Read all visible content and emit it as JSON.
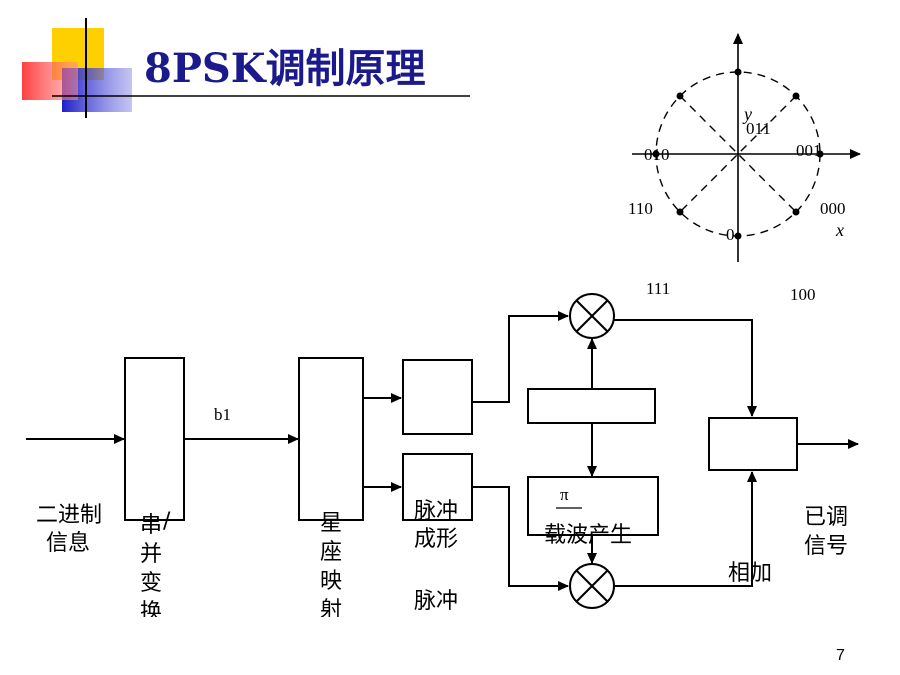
{
  "slide": {
    "title": "8PSK调制原理",
    "page_number": "7"
  },
  "constellation": {
    "x_axis_label": "x",
    "y_axis_label": "y",
    "points": [
      "011",
      "001",
      "010",
      "000",
      "110",
      "0",
      "111",
      "100"
    ]
  },
  "block_diagram": {
    "input_label": [
      "二进制",
      "信息"
    ],
    "serial_parallel": [
      "串",
      "/",
      "并",
      "变",
      "换"
    ],
    "constellation_map": [
      "星",
      "座",
      "映",
      "射"
    ],
    "pulse_shaping_top": [
      "脉冲",
      "成形"
    ],
    "pulse_shaping_bottom": [
      "脉冲"
    ],
    "fragment_bk": "b1",
    "phase_label": "π",
    "carrier_label": "载波产生",
    "adder_label": "相加",
    "output_label": [
      "已调",
      "信号"
    ]
  },
  "colors": {
    "title": "#1a1a8c",
    "deco_yellow": "#ffd000",
    "deco_red": "#ff3c3c",
    "deco_blue": "#2a2ad0"
  }
}
